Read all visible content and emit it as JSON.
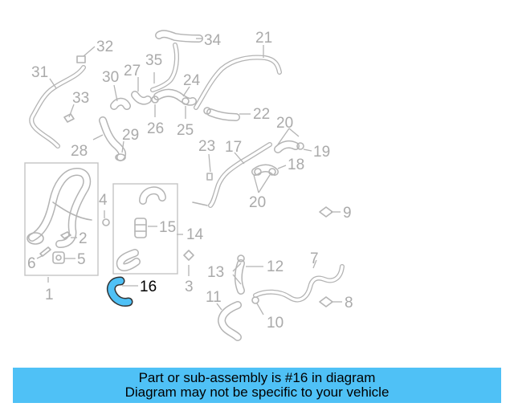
{
  "diagram": {
    "callouts": [
      "1",
      "2",
      "3",
      "4",
      "5",
      "6",
      "7",
      "8",
      "9",
      "10",
      "11",
      "12",
      "13",
      "14",
      "15",
      "16",
      "17",
      "18",
      "19",
      "20",
      "20",
      "21",
      "22",
      "23",
      "24",
      "25",
      "26",
      "27",
      "28",
      "29",
      "30",
      "31",
      "32",
      "33",
      "34",
      "35"
    ],
    "highlighted_part": "16",
    "highlight_color": "#4fc1f6",
    "part_color": "#b4b4b4"
  },
  "banner": {
    "line1": "Part or sub-assembly is #16 in diagram",
    "line2": "Diagram may not be specific to your vehicle",
    "background": "#4fc1f6"
  }
}
